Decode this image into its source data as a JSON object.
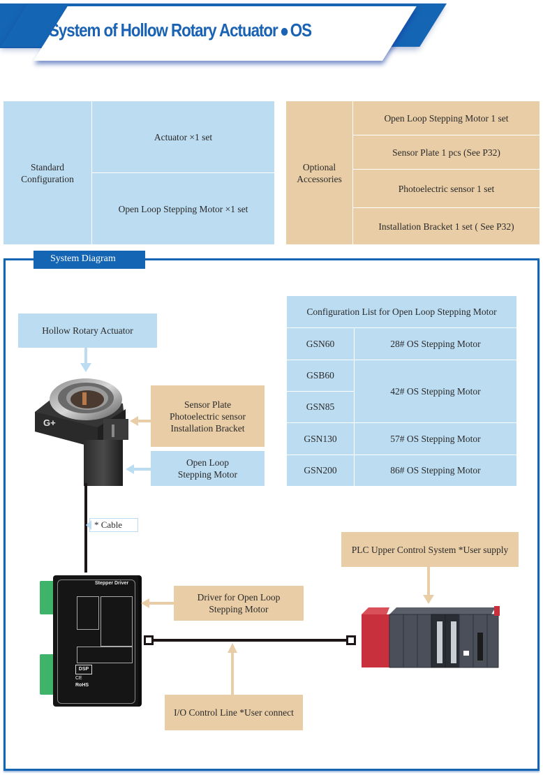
{
  "banner": {
    "title": "System of Hollow Rotary Actuator",
    "suffix": "OS"
  },
  "standard_configuration": {
    "label": "Standard Configuration",
    "items": [
      "Actuator ×1 set",
      "Open Loop Stepping Motor ×1 set"
    ]
  },
  "optional_accessories": {
    "label": "Optional Accessories",
    "items": [
      "Open Loop Stepping Motor 1 set",
      "Sensor Plate 1 pcs (See P32)",
      "Photoelectric sensor 1 set",
      "Installation Bracket 1 set ( See P32)"
    ]
  },
  "system_diagram": {
    "tab_label": "System Diagram",
    "labels": {
      "actuator": "Hollow Rotary Actuator",
      "sensor_line1": "Sensor Plate",
      "sensor_line2": "Photoelectric sensor",
      "sensor_line3": "Installation Bracket",
      "motor_line1": "Open Loop",
      "motor_line2": "Stepping Motor",
      "cable": "* Cable",
      "driver_line1": "Driver for Open Loop",
      "driver_line2": "Stepping Motor",
      "plc": "PLC Upper Control System *User supply",
      "io_line": "I/O Control Line *User connect"
    },
    "driver_panel": {
      "title": "Stepper Driver",
      "badge": "DSP",
      "marks": [
        "CE",
        "RoHS"
      ]
    },
    "motor_config_table": {
      "title": "Configuration List for Open Loop Stepping Motor",
      "rows": [
        {
          "model": "GSN60",
          "motor": "28# OS Stepping Motor"
        },
        {
          "model": "GSB60",
          "motor": "42# OS Stepping Motor"
        },
        {
          "model": "GSN85",
          "motor": "42# OS Stepping Motor"
        },
        {
          "model": "GSN130",
          "motor": "57# OS Stepping Motor"
        },
        {
          "model": "GSN200",
          "motor": "86# OS Stepping Motor"
        }
      ]
    }
  },
  "colors": {
    "brand_blue": "#1565b5",
    "light_blue": "#bcdcf1",
    "tan": "#e9cda6"
  }
}
